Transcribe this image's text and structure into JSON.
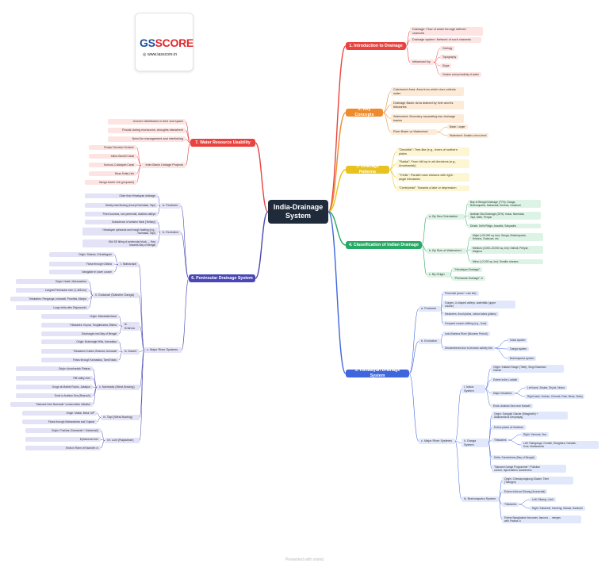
{
  "logo": {
    "brand_gs": "GS",
    "brand_score": "SCORE",
    "website": "◎ www.iasscore.in"
  },
  "root": "India-Drainage\nSystem",
  "footer": "Presented with xmind",
  "colors": {
    "root": "#1f2b3a",
    "intro": "#e8433f",
    "concepts": "#ee8b2c",
    "patterns": "#e8c21f",
    "classification": "#29a866",
    "himalayan": "#3f66dc",
    "peninsular": "#4a47b5",
    "water": "#e8433f"
  },
  "branches": {
    "intro": {
      "label": "1. Introduction to Drainage",
      "items": [
        "Drainage: Flow of water through defined\nchannels",
        "Drainage system: Network of such channels",
        "Influenced by"
      ],
      "influenced": [
        "Geology",
        "Topography",
        "Slope",
        "Volume and periodicity of water"
      ]
    },
    "concepts": {
      "label": "2. Key Concepts",
      "items": [
        "Catchment Area: Area from which river collects\nwater",
        "Drainage Basin: Area drained by river and its\ntributaries",
        "Watershed: Boundary separating two drainage\nbasins",
        "River Basin vs Watershed"
      ],
      "compare": [
        "Basin: Larger",
        "Watershed: Smaller, micro-level"
      ]
    },
    "patterns": {
      "label": "3. Drainage Patterns",
      "items": [
        "\"Dendritic\": Tree-like (e.g., rivers of northern\nplains",
        "\"Radial\": From hill top in all directions (e.g.,\nAmarkantak)",
        "\"Trellis\": Parallel main streams with right-\nangle tributaries",
        "\"Centripetal\": Towards a lake or depression"
      ]
    },
    "classification": {
      "label": "4. Classification of Indian Drainage",
      "orientation": {
        "label": "a. By Sea Orientation",
        "items": [
          "Bay of Bengal Drainage (77%): Ganga,\nBrahmaputra, Mahanadi, Krishna, Godavari",
          "Arabian Sea Drainage (23%): Indus, Narmada,\nTapi, Mahi, Periyar",
          "Divide: Delhi Ridge, Aravalis, Sahyadris"
        ]
      },
      "watershed": {
        "label": "b. By Size of Watershed",
        "items": [
          "Major (>20,000 sq. km): Ganga, Brahmaputra,\nKrishna, Godavari, etc.",
          "Medium (2,000–20,000 sq. km): Kalindi, Periyar,\nMeghna",
          "Minor (<2,000 sq. km): Smaller streams"
        ]
      },
      "origin": {
        "label": "c. By Origin",
        "items": [
          "\"Himalayan Drainage\"",
          "\"Peninsular Drainage\"  ⊙"
        ]
      }
    },
    "himalayan": {
      "label": "5. Himalayan Drainage System",
      "features": {
        "label": "a. Features",
        "items": [
          "Perennial (snow + rain fed)",
          "Gorges, U-shaped valleys, waterfalls (upper\ncourse)",
          "Meanders, flood plains, oxbow lakes (plains)",
          "Frequent course-shifting (e.g., Kosi)"
        ]
      },
      "evolution": {
        "label": "b. Evolution",
        "items": [
          "Indo-Brahma River (Miocene Period)",
          "Dismembered due to tectonic activity into"
        ],
        "parts": [
          "Indus system",
          "Ganga system",
          "Brahmaputra system"
        ]
      },
      "major": {
        "label": "c. Major River Systems",
        "indus": {
          "label": "i. Indus System",
          "items": [
            "Origin: Kailash Range (Tibet), Singi Khamban\nGlacier",
            "Enters India: Ladakh",
            "Major tributaries",
            "Ends: Arabian Sea near Karachi"
          ],
          "tributaries": [
            "Left bank: Zaskar, Shyok, Nubra",
            "Right bank: Jhelum, Chenab, Ravi, Beas, Sutlej"
          ]
        },
        "ganga": {
          "label": "ii. Ganga System",
          "items": [
            "Origin: Gangotri Glacier (Bhagirathi) +\nAlaknanda at Devprayag",
            "Enters plains at Haridwar",
            "Tributaries",
            "Delta: Sundarbans (Bay of Bengal)",
            "\"Namami Gange Programme\": Pollution\ncontrol, rejuvenation, awareness"
          ],
          "tributaries": [
            "Right: Yamuna, Son",
            "Left: Ramganga, Gomati, Ghaghara, Gandak,\nKosi, Mahananda"
          ]
        },
        "brahmaputra": {
          "label": "iii. Brahmaputra System",
          "items": [
            "Origin: Chemayungdung Glacier, Tibet\n(Tsangpo)",
            "Enters India as Dihang (Arunachal)",
            "Tributaries",
            "Enters Bangladesh becomes Jamuna → merges\nwith Padma  ⊙"
          ],
          "tributaries": [
            "Left: Dibang, Lohit",
            "Right: Subansiri, Kameng, Manas, Sankosh"
          ]
        }
      }
    },
    "peninsular": {
      "label": "6. Peninsular Drainage System",
      "features": {
        "label": "a. Features",
        "items": [
          "Older than Himalayan drainage",
          "Mostly east-flowing (except Narmada, Tapi)",
          "Fixed courses, non-perennial, shallow valleys"
        ]
      },
      "evolution": {
        "label": "b. Evolution",
        "items": [
          "Subsidence of western flank (Tertiary)",
          "Himalayan upheaval and trough faulting (e.g.,\nNarmada, Tapi)",
          "NW-SE tilting of peninsular block → flow\ntowards Bay of Bengal"
        ]
      },
      "major": {
        "label": "c. Major River Systems",
        "mahanadi": {
          "label": "i. Mahanadi",
          "items": [
            "Origin: Sihawa, Chhattisgarh",
            "Flows through Odisha",
            "Navigable in lower course"
          ]
        },
        "godavari": {
          "label": "ii. Godavari (Dakshin Ganga)",
          "items": [
            "Origin: Nasik, Maharashtra",
            "Longest Peninsular river (1,465 km)",
            "Tributaries: Penganga, Indravati, Pranhita, Manjra",
            "Large delta after Rajamundri"
          ]
        },
        "krishna": {
          "label": "iii. Krishna",
          "items": [
            "Origin: Mahabaleshwar",
            "Tributaries: Koyna, Tungabhadra, Bhima",
            "Discharges into Bay of Bengal"
          ]
        },
        "kaveri": {
          "label": "iv. Kaveri",
          "items": [
            "Origin: Brahmagiri Hills, Karnataka",
            "Tributaries: Kabini, Bhavani, Amravati",
            "Flows through Karnataka, Tamil Nadu"
          ]
        },
        "narmada": {
          "label": "v. Narmada (West-flowing)",
          "items": [
            "Origin: Amarkantak Plateau",
            "Rift valley river",
            "Gorge at Marble Rocks, Jabalpur",
            "Ends in Arabian Sea (Bharuch)",
            "\"Namami Devi Narmade\" conservation initiative"
          ]
        },
        "tapi": {
          "label": "vi. Tapi (West-flowing)",
          "items": [
            "Origin: Multai, Betul, MP",
            "Flows through Maharashtra and Gujarat"
          ]
        },
        "luni": {
          "label": "vii. Luni (Rajasthan)",
          "items": [
            "Origin: Pushkar (Saraswati + Sabarmati)",
            "Ephemeral river",
            "Ends in Rann of Kachchh  ⊙"
          ]
        }
      }
    },
    "water": {
      "label": "7. Water Resource Usability",
      "items": [
        "Uneven distribution in time and space",
        "Floods during monsoons; droughts elsewhere",
        "Need for management and interlinking",
        "Inter-Basin Linkage Projects"
      ],
      "projects": [
        "Periyar Diversion Scheme",
        "Indira Gandhi Canal",
        "Kurnool–Cuddapah Canal",
        "Beas-Sutlej Link",
        "Ganga-Kaveri Link (proposed)"
      ]
    }
  }
}
